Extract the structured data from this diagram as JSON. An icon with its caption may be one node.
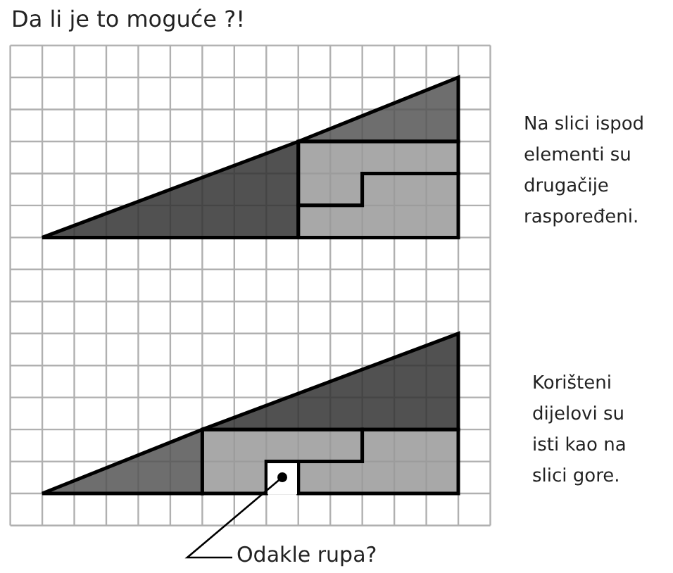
{
  "diagram": {
    "title": "Da li je to moguće ?!",
    "nodes": [
      {
        "text": [
          "Odakle rupa?"
        ]
      },
      {
        "text": [],
        "shape": "box"
      }
    ],
    "edges": [
      {
        "from": 0,
        "to": 1,
        "arrow": "other"
      }
    ],
    "labels": [
      "Na slici ispod elementi su drugačije raspoređeni.",
      "Korišteni dijelovi su isti kao na slici gore."
    ]
  }
}
